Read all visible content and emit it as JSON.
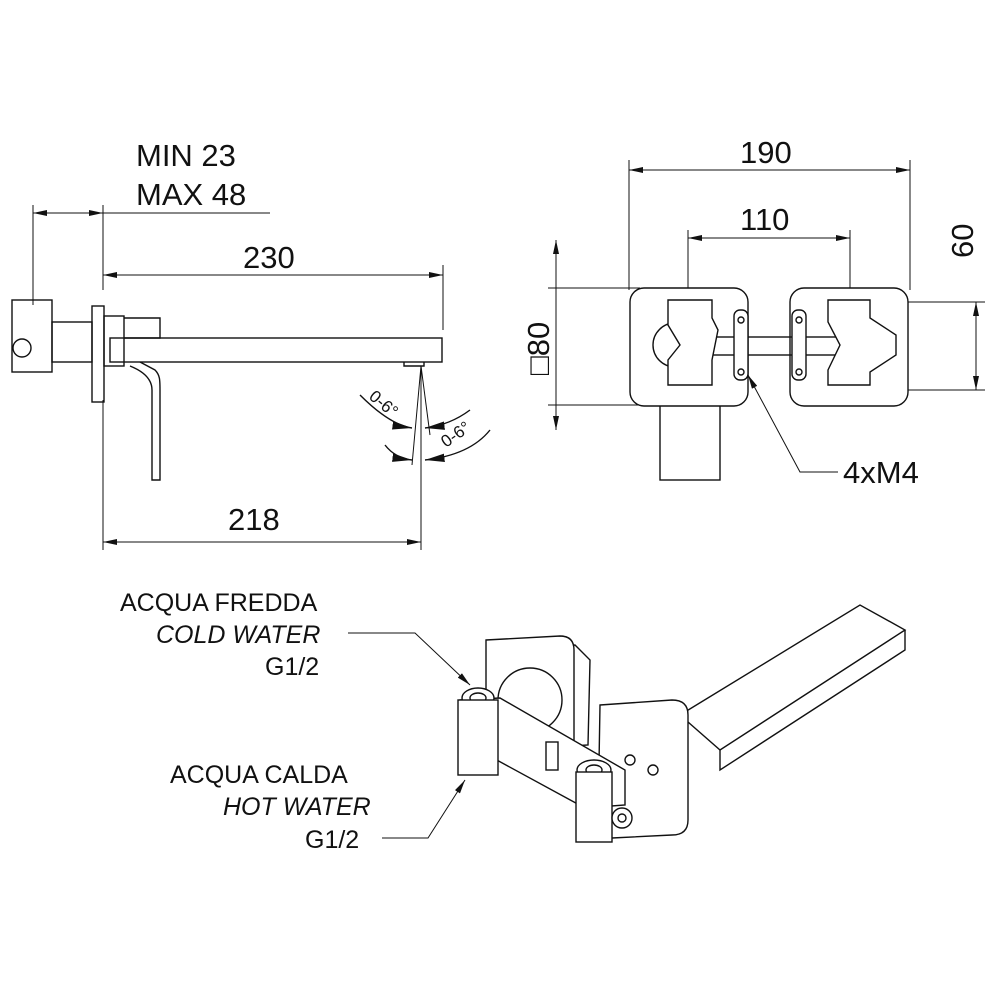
{
  "side_view": {
    "depth_min": "MIN  23",
    "depth_max": "MAX 48",
    "spout_length": "230",
    "projection": "218",
    "angle_1": "0-6°",
    "angle_2": "0-6°"
  },
  "front_view": {
    "total_width": "190",
    "center_distance": "110",
    "plate_size": "□80",
    "plate_height": "60",
    "screws": "4xM4"
  },
  "iso_view": {
    "cold_it": "ACQUA FREDDA",
    "cold_en": "COLD WATER",
    "cold_size": "G1/2",
    "hot_it": "ACQUA CALDA",
    "hot_en": "HOT WATER",
    "hot_size": "G1/2"
  }
}
